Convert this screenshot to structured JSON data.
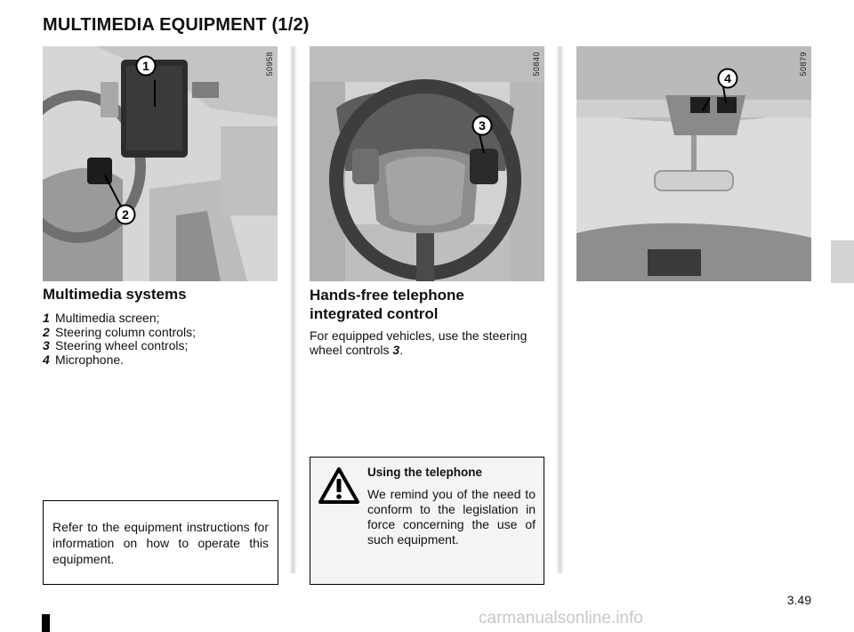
{
  "page_title": "MULTIMEDIA EQUIPMENT (1/2)",
  "figures": {
    "fig1": {
      "code": "50958",
      "callouts": [
        "1",
        "2"
      ]
    },
    "fig2": {
      "code": "50840",
      "callouts": [
        "3"
      ]
    },
    "fig3": {
      "code": "50879",
      "callouts": [
        "4"
      ]
    }
  },
  "multimedia": {
    "heading": "Multimedia systems",
    "items": [
      {
        "num": "1",
        "text": "Multimedia screen;"
      },
      {
        "num": "2",
        "text": "Steering column controls;"
      },
      {
        "num": "3",
        "text": "Steering wheel controls;"
      },
      {
        "num": "4",
        "text": "Microphone."
      }
    ]
  },
  "handsfree": {
    "heading_line1": "Hands-free telephone",
    "heading_line2": "integrated control",
    "text_before": "For equipped vehicles, use the steering wheel controls ",
    "ref": "3",
    "text_after": "."
  },
  "note_box": {
    "text": "Refer to the equipment instructions for information on how to operate this equipment."
  },
  "warning_box": {
    "icon": "warning-triangle-icon",
    "title": "Using the telephone",
    "text": "We remind you of the need to conform to the legislation in force concerning the use of such equipment."
  },
  "page_number": "3.49",
  "watermark": "carmanualsonline.info"
}
